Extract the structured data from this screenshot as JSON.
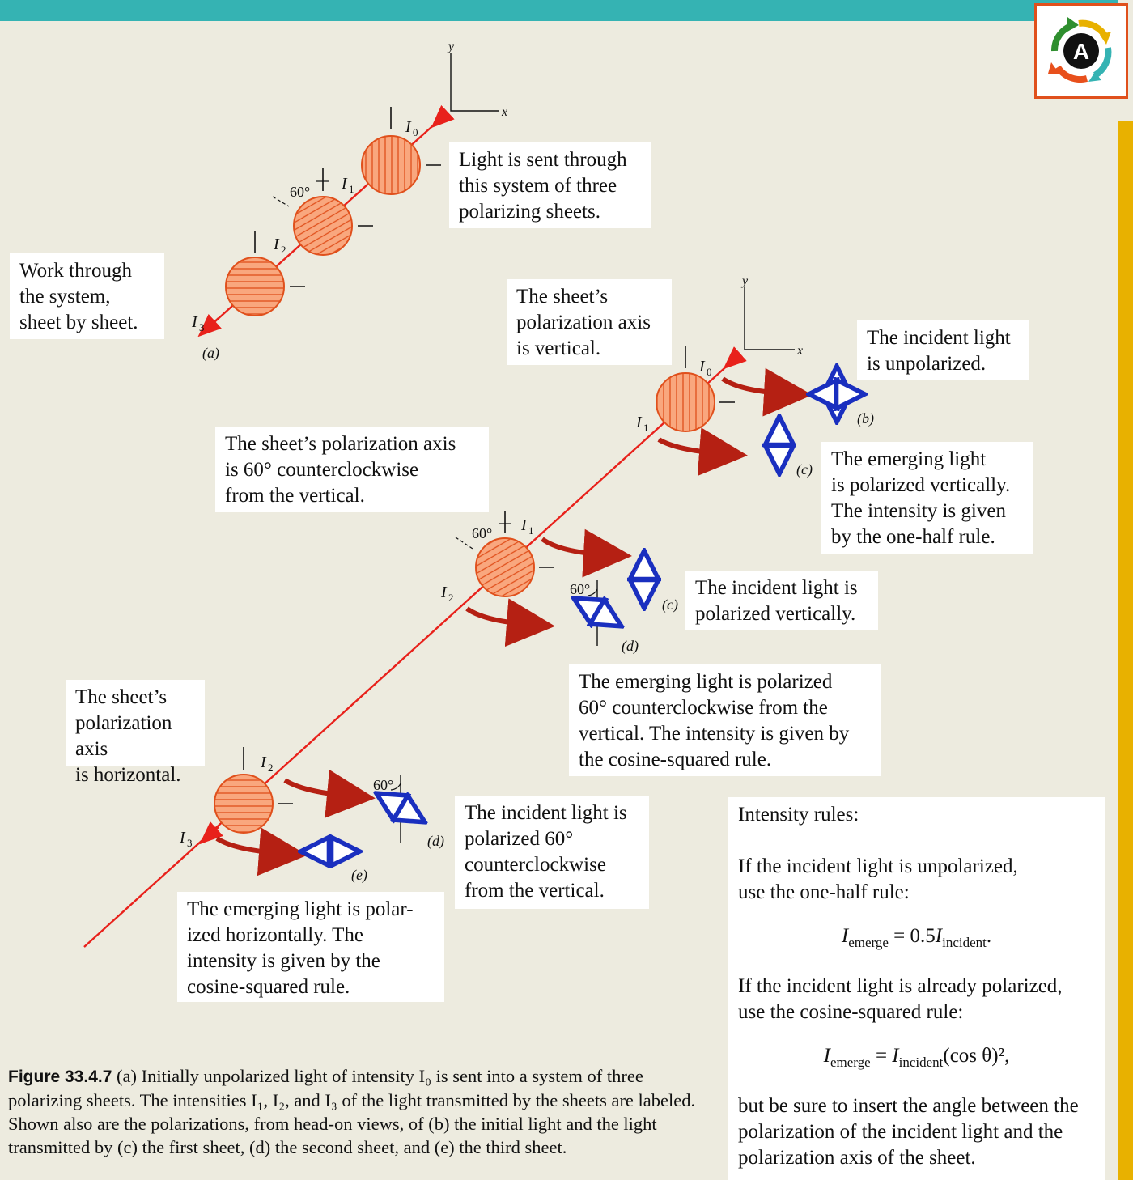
{
  "figure": {
    "part_labels": {
      "a": "(a)",
      "b": "(b)",
      "c": "(c)",
      "d": "(d)",
      "e": "(e)"
    },
    "axis_labels": {
      "x": "x",
      "y": "y"
    },
    "intensity_labels": {
      "I0": "I",
      "I1": "I",
      "I2": "I",
      "I3": "I",
      "sub0": "0",
      "sub1": "1",
      "sub2": "2",
      "sub3": "3"
    },
    "angle_label": "60°"
  },
  "callouts": {
    "light_sent": "Light is sent through\nthis system of three\npolarizing sheets.",
    "work_through": "Work through\nthe system,\nsheet by sheet.",
    "axis_vertical": "The sheet’s\npolarization axis\nis vertical.",
    "incident_unpolarized": "The incident light\nis unpolarized.",
    "axis_60": "The sheet’s polarization axis\nis 60° counterclockwise\nfrom the vertical.",
    "emerging_vertical": "The emerging light\nis polarized vertically.\nThe intensity is given\nby the one-half rule.",
    "incident_vertical": "The incident light is\npolarized vertically.",
    "emerging_60": "The emerging light is polarized\n60° counterclockwise from the\nvertical. The intensity is given by\nthe cosine-squared rule.",
    "axis_horizontal": "The sheet’s\npolarization axis\nis horizontal.",
    "incident_60": "The incident light is\npolarized 60°\ncounterclockwise\nfrom the vertical.",
    "emerging_horizontal": "The emerging light is polar-\nized horizontally. The\nintensity is given by the\ncosine-squared rule."
  },
  "rules": {
    "title": "Intensity rules:",
    "unpolarized_line1": "If the incident light is unpolarized,",
    "unpolarized_line2": "use the one-half rule:",
    "eq1_lhs": "I",
    "eq1_lhs_sub": "emerge",
    "eq1_mid": " = 0.5",
    "eq1_rhs": "I",
    "eq1_rhs_sub": "incident",
    "eq1_end": ".",
    "polarized_line1": "If the incident light is already polarized,",
    "polarized_line2": "use the cosine-squared rule:",
    "eq2_lhs": "I",
    "eq2_lhs_sub": "emerge",
    "eq2_mid": " = ",
    "eq2_rhs": "I",
    "eq2_rhs_sub": "incident",
    "eq2_end": "(cos θ)²,",
    "note": "but be sure to insert the angle between the polarization of the incident light and the polarization axis of the sheet."
  },
  "caption": {
    "figure_number": "Figure 33.4.7",
    "text": " (a) Initially unpolarized light of intensity I₀ is sent into a system of three polarizing sheets. The intensities I₁, I₂, and I₃ of the light transmitted by the sheets are labeled. Shown also are the polarizations, from head-on views, of (b) the initial light and the light transmitted by (c) the first sheet, (d) the second sheet, and (e) the third sheet."
  },
  "colors": {
    "teal_bar": "#35b3b3",
    "background": "#edebdf",
    "beam": "#e8211b",
    "sheet_fill": "#f9a77e",
    "sheet_stroke": "#e0501c",
    "curved_arrow": "#b52013",
    "polarization_arrow": "#1a2fbf",
    "side_strip": "#e8b100"
  },
  "logo": {
    "letter": "A"
  }
}
